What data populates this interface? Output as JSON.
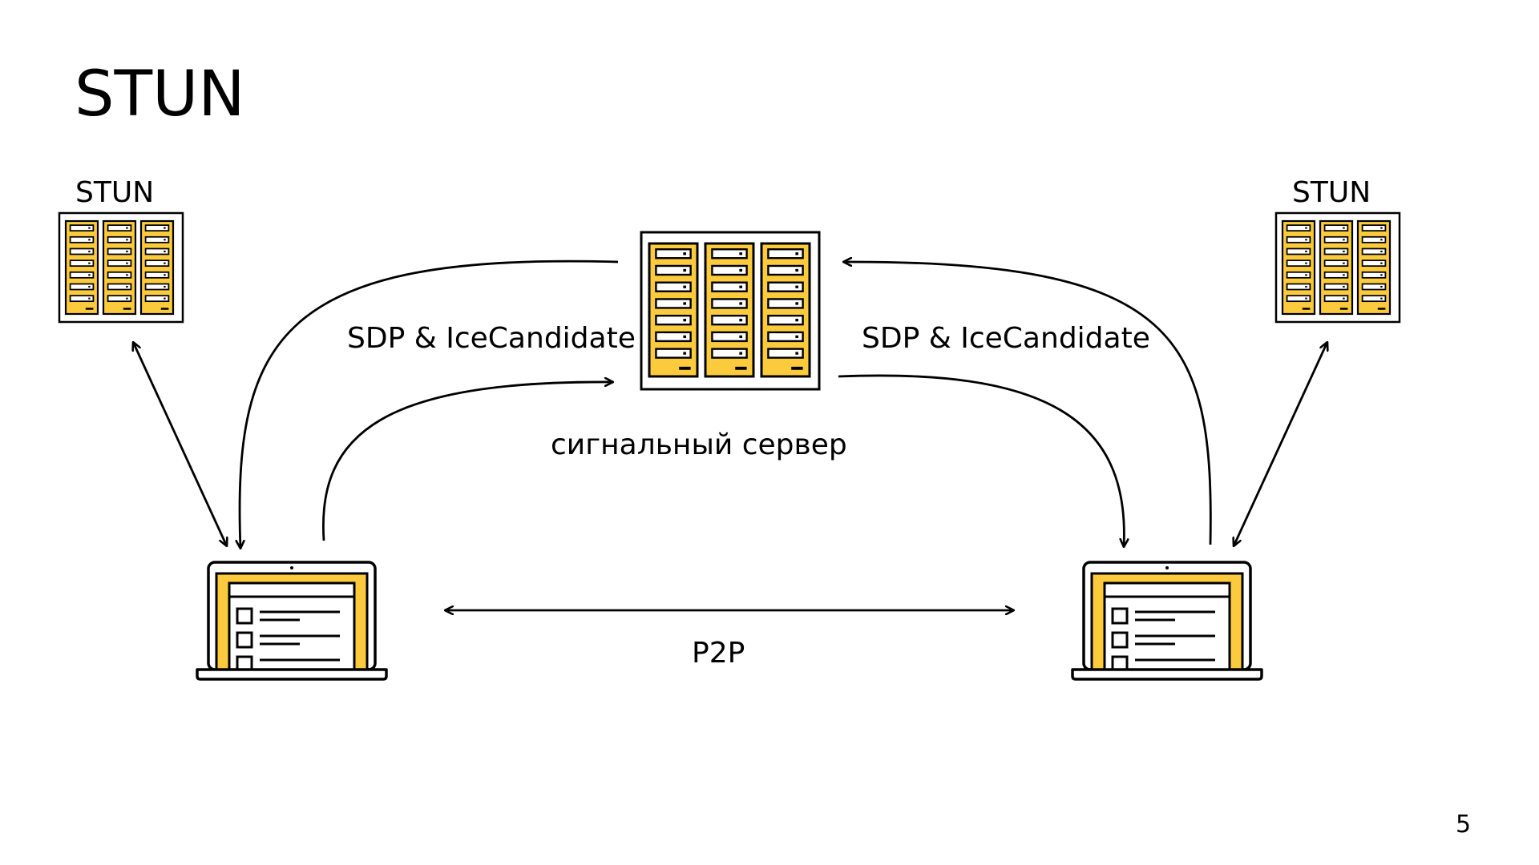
{
  "slide": {
    "title": "STUN",
    "page_number": "5"
  },
  "labels": {
    "stun_left": "STUN",
    "stun_right": "STUN",
    "sdp_left": "SDP & IceCandidate",
    "sdp_right": "SDP & IceCandidate",
    "signaling_server": "сигнальный сервер",
    "p2p": "P2P"
  },
  "colors": {
    "accent": "#FCCB3D",
    "stroke": "#000000",
    "background": "#FFFFFF"
  },
  "icons": {
    "stun_left": "server-rack-icon",
    "stun_right": "server-rack-icon",
    "signaling_server": "server-rack-icon",
    "peer_left": "laptop-icon",
    "peer_right": "laptop-icon"
  }
}
